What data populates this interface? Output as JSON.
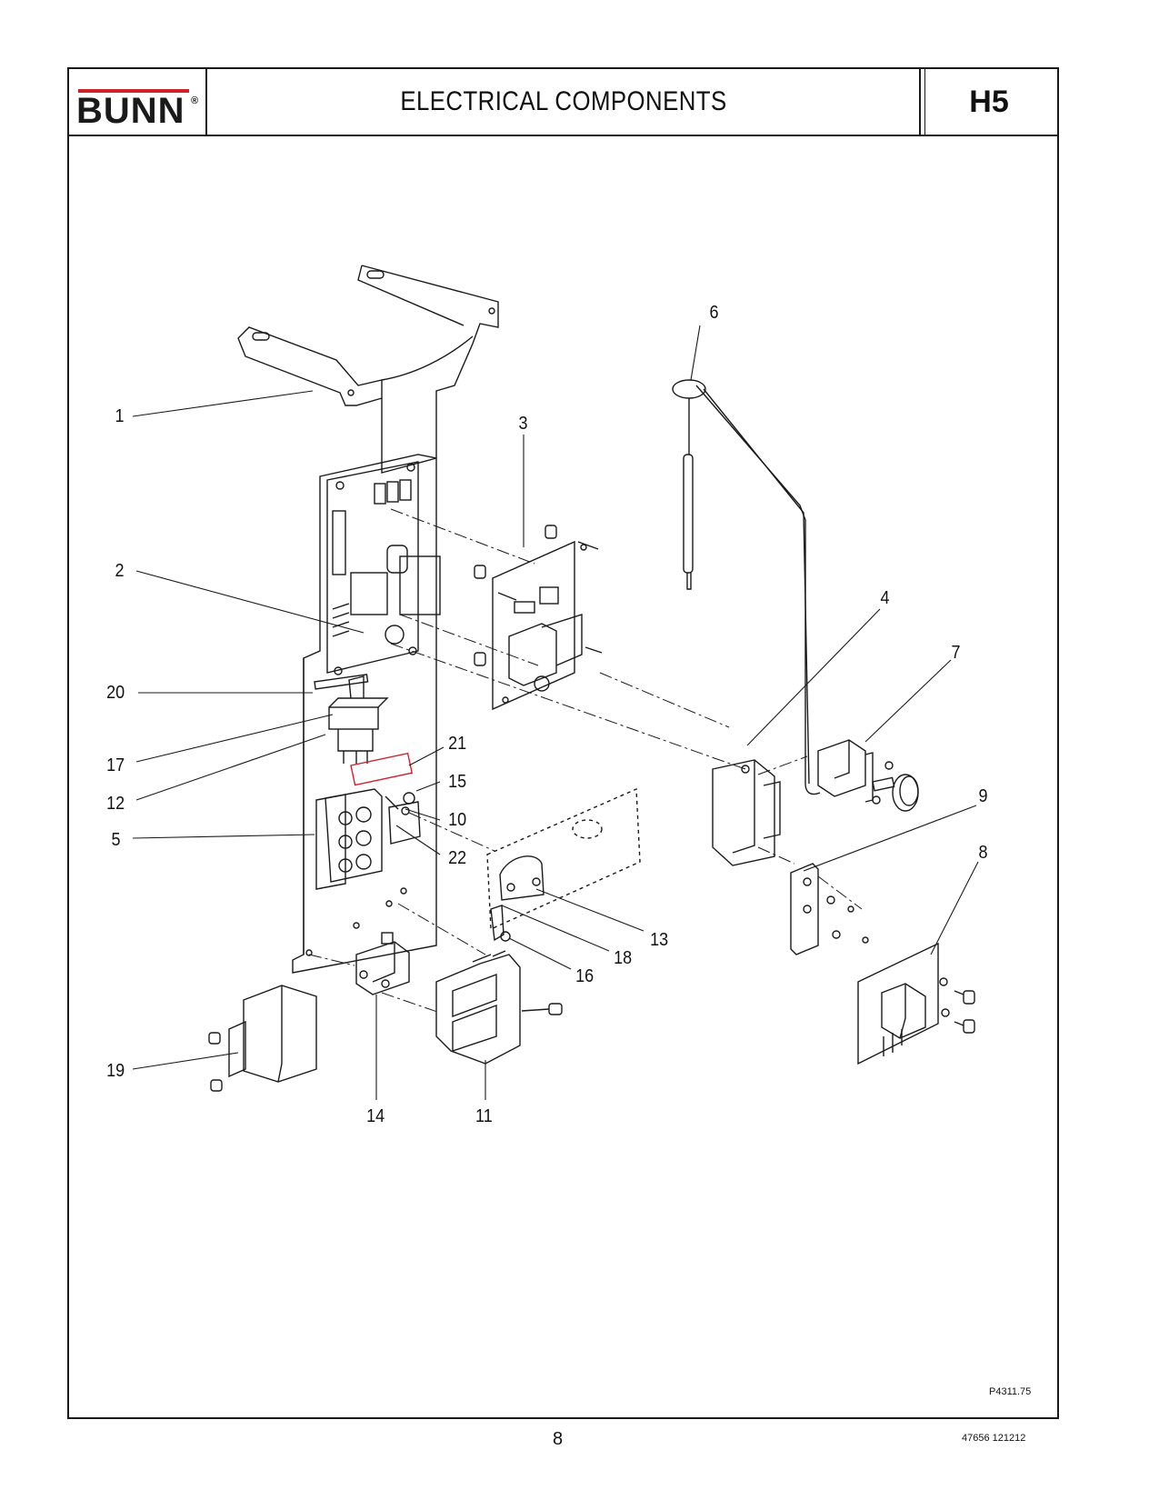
{
  "header": {
    "brand": "BUNN",
    "registered_mark": "®",
    "title": "ELECTRICAL COMPONENTS",
    "section_code": "H5"
  },
  "callouts": {
    "c1": "1",
    "c2": "2",
    "c3": "3",
    "c4": "4",
    "c5": "5",
    "c6": "6",
    "c7": "7",
    "c8": "8",
    "c9": "9",
    "c10": "10",
    "c11": "11",
    "c12": "12",
    "c13": "13",
    "c14": "14",
    "c15": "15",
    "c16": "16",
    "c17": "17",
    "c18": "18",
    "c19": "19",
    "c20": "20",
    "c21": "21",
    "c22": "22"
  },
  "footer": {
    "drawing_number": "P4311.75",
    "page_number": "8",
    "document_id": "47656 121212"
  },
  "colors": {
    "line": "#1a1a1a",
    "brand_red": "#d0202a"
  }
}
